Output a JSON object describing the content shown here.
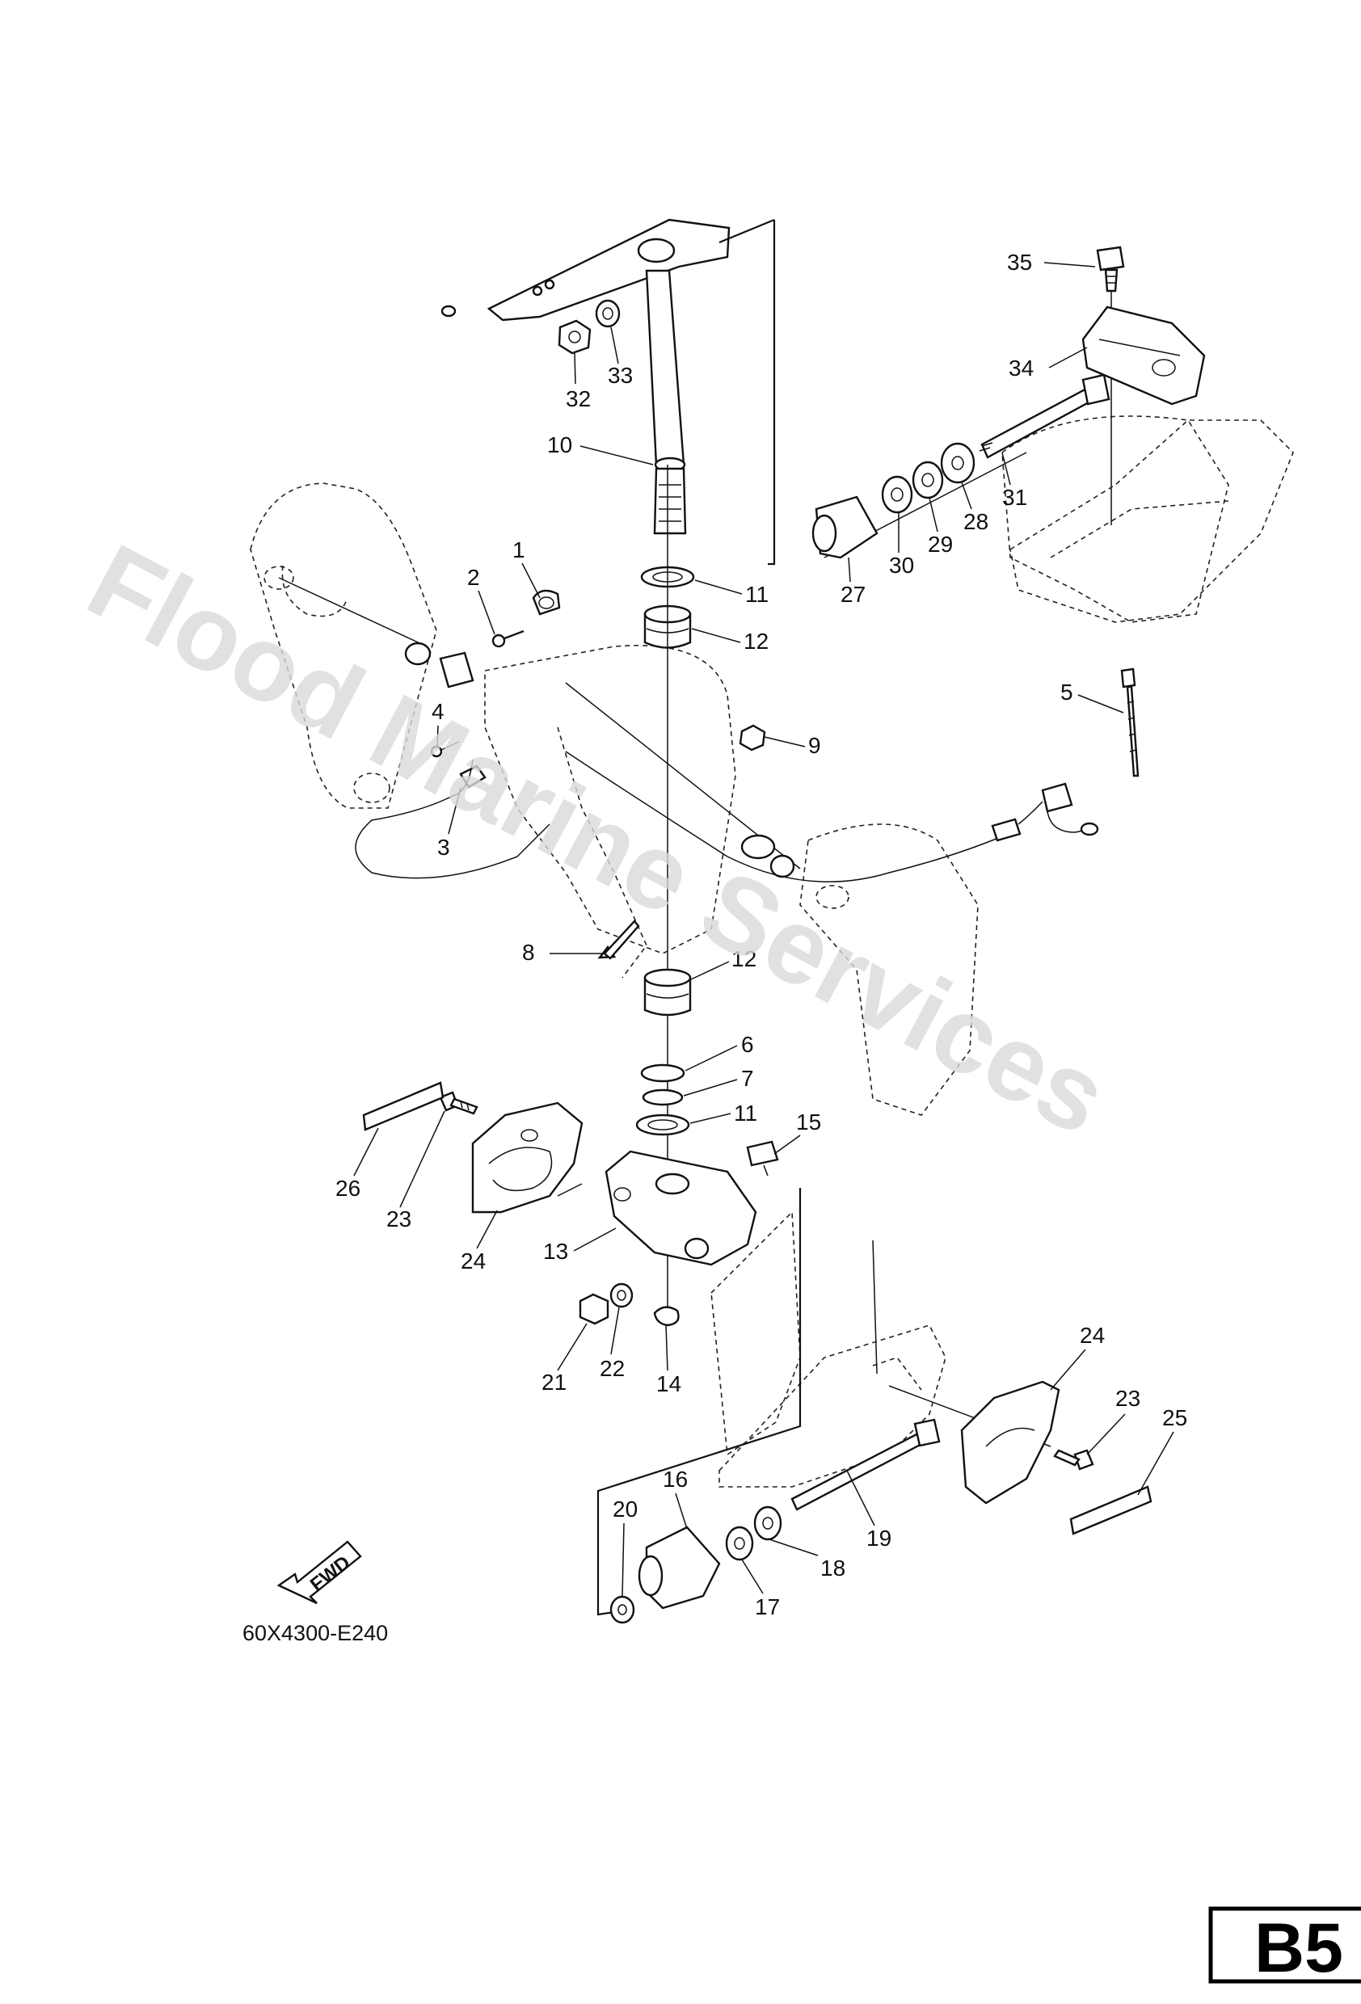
{
  "watermark": "Flood Marine Services",
  "diagram_code": "60X4300-E240",
  "fwd_label": "FWD",
  "page_tag": "B5",
  "part_numbers": {
    "p1": "1",
    "p2": "2",
    "p3": "3",
    "p4": "4",
    "p5": "5",
    "p6": "6",
    "p7": "7",
    "p8": "8",
    "p9": "9",
    "p10": "10",
    "p11a": "11",
    "p11b": "11",
    "p12a": "12",
    "p12b": "12",
    "p13": "13",
    "p14": "14",
    "p15": "15",
    "p16": "16",
    "p17": "17",
    "p18": "18",
    "p19": "19",
    "p20": "20",
    "p21": "21",
    "p22": "22",
    "p23a": "23",
    "p23b": "23",
    "p24a": "24",
    "p24b": "24",
    "p25": "25",
    "p26": "26",
    "p27": "27",
    "p28": "28",
    "p29": "29",
    "p30": "30",
    "p31": "31",
    "p32": "32",
    "p33": "33",
    "p34": "34",
    "p35": "35"
  }
}
